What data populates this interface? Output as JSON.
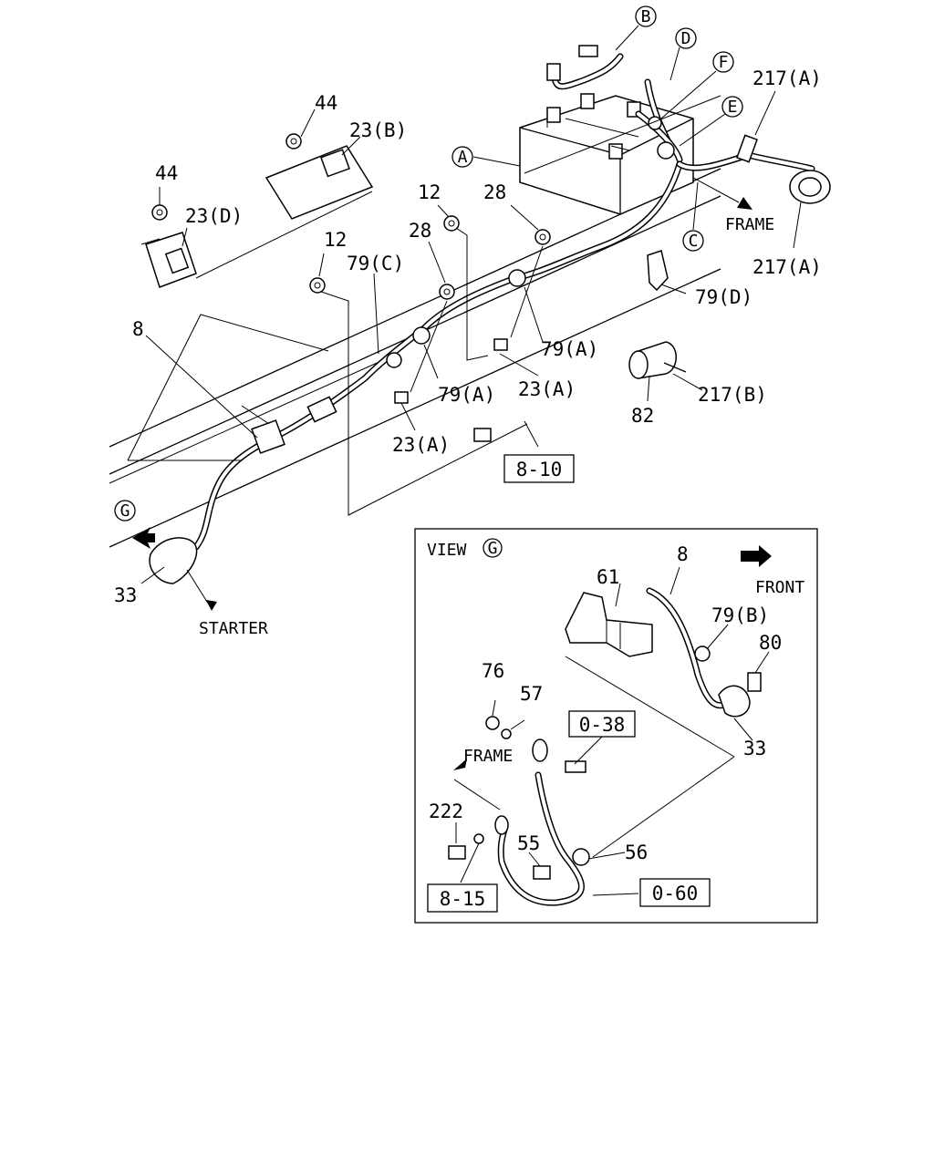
{
  "labels": {
    "p44a": "44",
    "p44b": "44",
    "p23b": "23(B)",
    "p23d": "23(D)",
    "p12a": "12",
    "p12b": "12",
    "p28a": "28",
    "p28b": "28",
    "p79c": "79(C)",
    "p79a1": "79(A)",
    "p79a2": "79(A)",
    "p23a1": "23(A)",
    "p23a2": "23(A)",
    "p8": "8",
    "p33": "33",
    "starter": "STARTER",
    "box810": "8-10",
    "p217a1": "217(A)",
    "p217a2": "217(A)",
    "frame_top": "FRAME",
    "p79d": "79(D)",
    "p82": "82",
    "p217b": "217(B)",
    "circA": "A",
    "circB": "B",
    "circC": "C",
    "circD": "D",
    "circE": "E",
    "circF": "F",
    "circG": "G"
  },
  "view": {
    "title": "VIEW",
    "circ": "G",
    "front": "FRONT",
    "p8": "8",
    "p61": "61",
    "p79b": "79(B)",
    "p80": "80",
    "p76": "76",
    "p57": "57",
    "box038": "0-38",
    "frame": "FRAME",
    "p33": "33",
    "p222": "222",
    "p55": "55",
    "p56": "56",
    "box815": "8-15",
    "box060": "0-60"
  }
}
